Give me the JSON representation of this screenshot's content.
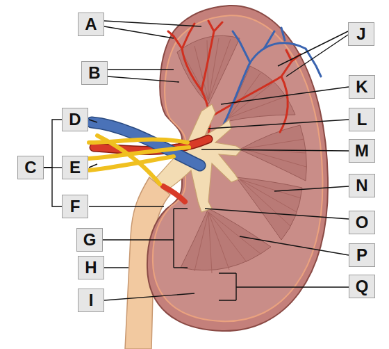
{
  "diagram": {
    "nodes": [
      {
        "text": [
          "A"
        ]
      },
      {
        "text": [
          "J"
        ]
      },
      {
        "text": [
          "B"
        ]
      },
      {
        "text": [
          "K"
        ]
      },
      {
        "text": [
          "D"
        ]
      },
      {
        "text": [
          "L"
        ]
      },
      {
        "text": [
          "M"
        ]
      },
      {
        "text": [
          "C"
        ]
      },
      {
        "text": [
          "E"
        ]
      },
      {
        "text": [
          "N"
        ]
      },
      {
        "text": [
          "F"
        ]
      },
      {
        "text": [
          "O"
        ]
      },
      {
        "text": [
          "G"
        ]
      },
      {
        "text": [
          "P"
        ]
      },
      {
        "text": [
          "H"
        ]
      },
      {
        "text": [
          "Q"
        ]
      },
      {
        "text": [
          "I"
        ]
      }
    ],
    "edges": [
      {
        "from": 7,
        "to": 4,
        "arrow": "none"
      },
      {
        "from": 7,
        "to": 8,
        "arrow": "none"
      },
      {
        "from": 7,
        "to": 10,
        "arrow": "none"
      }
    ]
  }
}
